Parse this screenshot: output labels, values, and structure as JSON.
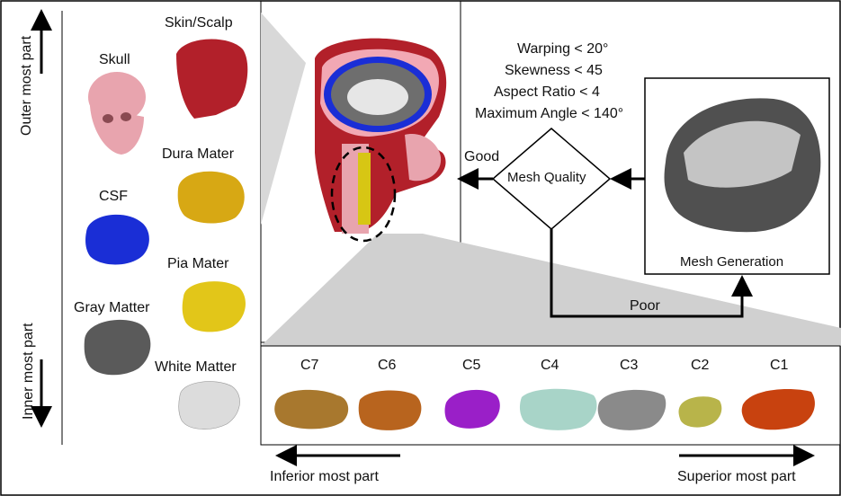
{
  "side_labels": {
    "outer": "Outer most part",
    "inner": "Inner most part"
  },
  "tissues": {
    "skull": "Skull",
    "skin": "Skin/Scalp",
    "dura": "Dura Mater",
    "csf": "CSF",
    "pia": "Pia Mater",
    "gray": "Gray Matter",
    "white": "White Matter"
  },
  "criteria": [
    "Warping < 20°",
    "Skewness < 45",
    "Aspect Ratio < 4",
    "Maximum Angle < 140°"
  ],
  "flow": {
    "decision": "Mesh Quality",
    "good": "Good",
    "poor": "Poor",
    "generation": "Mesh Generation"
  },
  "vertebrae": [
    "C7",
    "C6",
    "C5",
    "C4",
    "C3",
    "C2",
    "C1"
  ],
  "direction": {
    "inferior": "Inferior most part",
    "superior": "Superior most part"
  },
  "colors": {
    "skull": "#e8a4ae",
    "skin": "#b2202a",
    "dura": "#d7a814",
    "csf": "#1a2ed6",
    "pia": "#e2c619",
    "gray": "#5a5a5a",
    "white": "#dcdcdc",
    "c7": "#a8782e",
    "c6": "#b8641e",
    "c5": "#9a1fc8",
    "c4": "#a8d4c8",
    "c3": "#8a8a8a",
    "c2": "#b8b44a",
    "c1": "#c8420f"
  }
}
